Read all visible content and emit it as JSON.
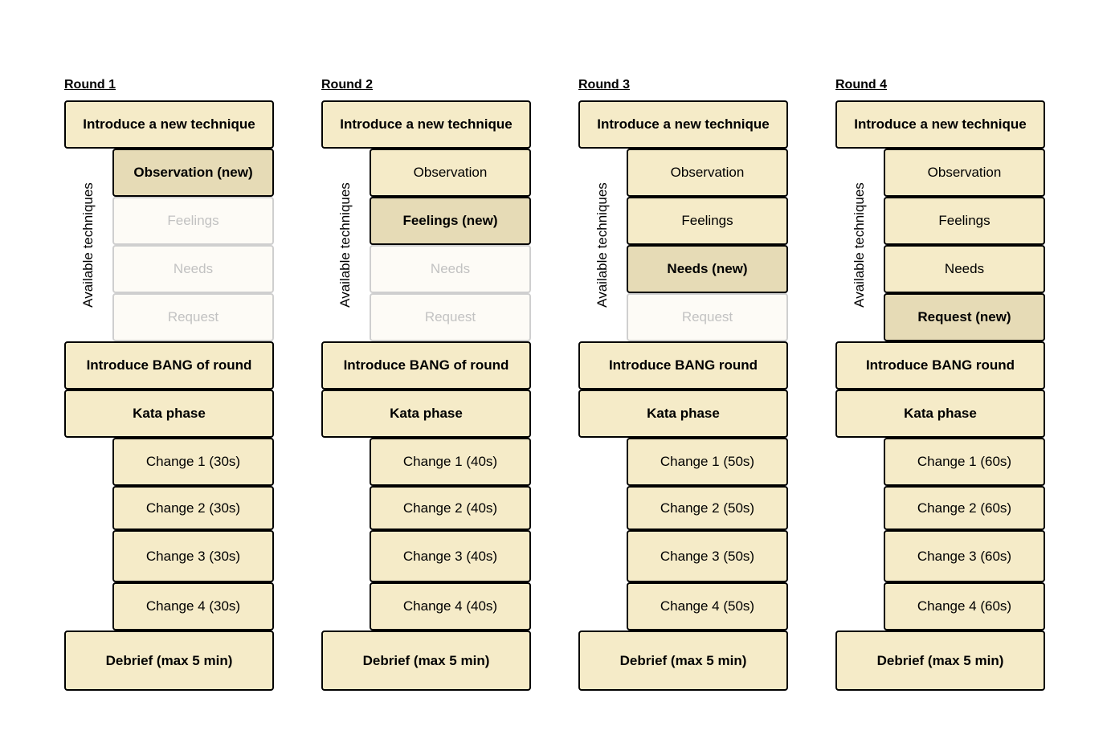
{
  "rounds": [
    {
      "title": "Round 1",
      "intro": "Introduce a new technique",
      "available_label": "Available techniques",
      "techniques": [
        {
          "label": "Observation (new)",
          "state": "new"
        },
        {
          "label": "Feelings",
          "state": "future"
        },
        {
          "label": "Needs",
          "state": "future"
        },
        {
          "label": "Request",
          "state": "future"
        }
      ],
      "bang": "Introduce BANG of round",
      "kata": "Kata phase",
      "changes": [
        "Change 1 (30s)",
        "Change 2 (30s)",
        "Change 3 (30s)",
        "Change 4 (30s)"
      ],
      "debrief": "Debrief (max 5 min)"
    },
    {
      "title": "Round 2",
      "intro": "Introduce a new technique",
      "available_label": "Available techniques",
      "techniques": [
        {
          "label": "Observation",
          "state": "available"
        },
        {
          "label": "Feelings (new)",
          "state": "new"
        },
        {
          "label": "Needs",
          "state": "future"
        },
        {
          "label": "Request",
          "state": "future"
        }
      ],
      "bang": "Introduce BANG of round",
      "kata": "Kata phase",
      "changes": [
        "Change 1 (40s)",
        "Change 2 (40s)",
        "Change 3 (40s)",
        "Change 4 (40s)"
      ],
      "debrief": "Debrief (max 5 min)"
    },
    {
      "title": "Round 3",
      "intro": "Introduce a new technique",
      "available_label": "Available techniques",
      "techniques": [
        {
          "label": "Observation",
          "state": "available"
        },
        {
          "label": "Feelings",
          "state": "available"
        },
        {
          "label": "Needs (new)",
          "state": "new"
        },
        {
          "label": "Request",
          "state": "future"
        }
      ],
      "bang": "Introduce BANG round",
      "kata": "Kata phase",
      "changes": [
        "Change 1 (50s)",
        "Change 2 (50s)",
        "Change 3 (50s)",
        "Change 4 (50s)"
      ],
      "debrief": "Debrief (max 5 min)"
    },
    {
      "title": "Round 4",
      "intro": "Introduce a new technique",
      "available_label": "Available techniques",
      "techniques": [
        {
          "label": "Observation",
          "state": "available"
        },
        {
          "label": "Feelings",
          "state": "available"
        },
        {
          "label": "Needs",
          "state": "available"
        },
        {
          "label": "Request (new)",
          "state": "new"
        }
      ],
      "bang": "Introduce BANG round",
      "kata": "Kata phase",
      "changes": [
        "Change 1 (60s)",
        "Change 2 (60s)",
        "Change 3 (60s)",
        "Change 4 (60s)"
      ],
      "debrief": "Debrief (max 5 min)"
    }
  ],
  "colors": {
    "box_fill": "#f5ebc8",
    "new_fill": "#e6dbb6",
    "future_fill": "#fdfbf6",
    "future_text": "#c2c2c2",
    "border": "#000000"
  }
}
